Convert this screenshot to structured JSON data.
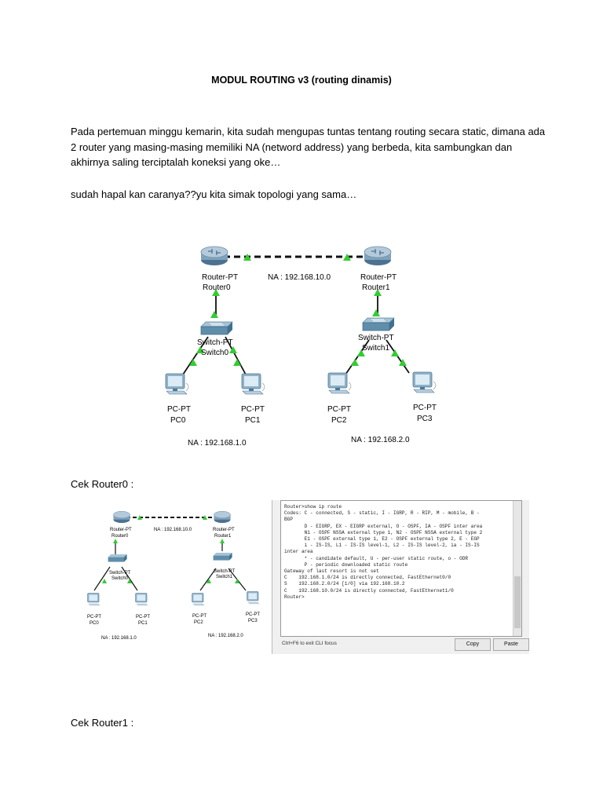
{
  "document": {
    "title": "MODUL ROUTING v3 (routing dinamis)",
    "paragraph1": [
      "Pada pertemuan minggu kemarin, kita sudah mengupas tuntas tentang routing secara static, dimana ada",
      "2 router yang masing-masing memiliki NA (netword address) yang berbeda, kita sambungkan dan",
      "akhirnya saling terciptalah koneksi yang oke…"
    ],
    "paragraph2": "sudah hapal kan caranya??yu kita simak topologi yang sama…",
    "heading_router0": "Cek Router0 :",
    "heading_router1": "Cek Router1 :"
  },
  "topology": {
    "router0_type": "Router-PT",
    "router0_name": "Router0",
    "router1_type": "Router-PT",
    "router1_name": "Router1",
    "link_label": "NA : 192.168.10.0",
    "switch0_type": "Switch-PT",
    "switch0_name": "Switch0",
    "switch1_type": "Switch-PT",
    "switch1_name": "Switch1",
    "pc_type": "PC-PT",
    "pc0_name": "PC0",
    "pc1_name": "PC1",
    "pc2_name": "PC2",
    "pc3_name": "PC3",
    "lan0_label": "NA : 192.168.1.0",
    "lan1_label": "NA : 192.168.2.0",
    "colors": {
      "link_marker": "#33cc33",
      "router_body": "#7fa3bd",
      "switch_body": "#5f8eaa"
    }
  },
  "cli": {
    "lines": [
      "Router>show ip route",
      "Codes: C - connected, S - static, I - IGRP, R - RIP, M - mobile, B -",
      "BGP",
      "       D - EIGRP, EX - EIGRP external, O - OSPF, IA - OSPF inter area",
      "       N1 - OSPF NSSA external type 1, N2 - OSPF NSSA external type 2",
      "       E1 - OSPF external type 1, E2 - OSPF external type 2, E - EGP",
      "       i - IS-IS, L1 - IS-IS level-1, L2 - IS-IS level-2, ia - IS-IS",
      "inter area",
      "       * - candidate default, U - per-user static route, o - ODR",
      "       P - periodic downloaded static route",
      "",
      "Gateway of last resort is not set",
      "",
      "C    192.168.1.0/24 is directly connected, FastEthernet0/0",
      "S    192.168.2.0/24 [1/0] via 192.168.10.2",
      "C    192.168.10.0/24 is directly connected, FastEthernet1/0",
      "",
      "Router>"
    ],
    "hint": "Ctrl+F6 to exit CLI focus",
    "copy_label": "Copy",
    "paste_label": "Paste"
  }
}
